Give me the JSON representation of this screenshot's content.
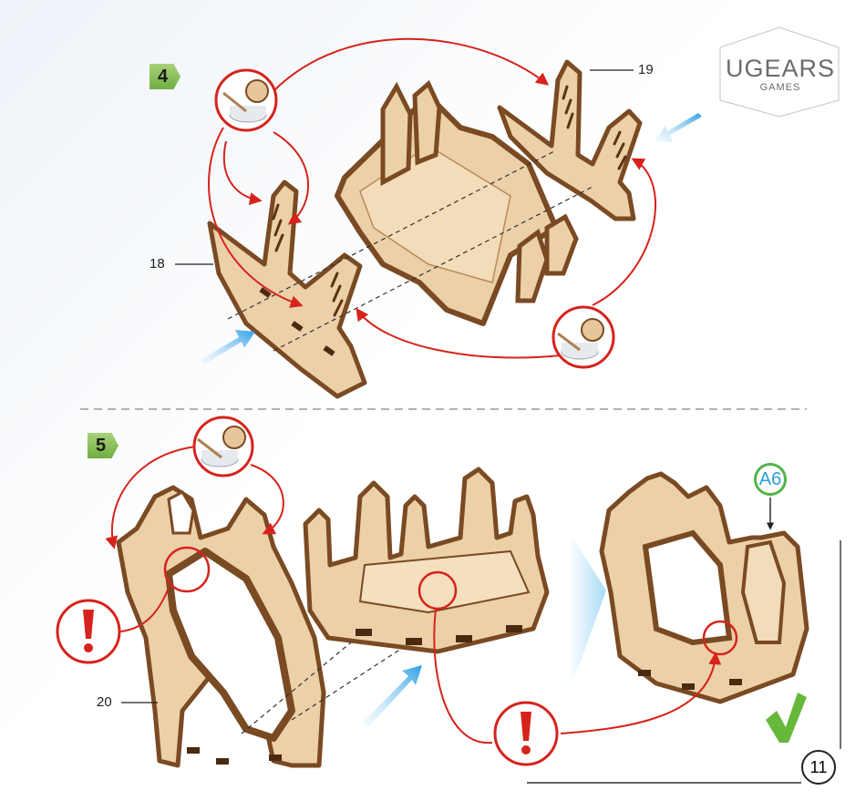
{
  "brand": {
    "name": "UGEARS",
    "sub": "GAMES"
  },
  "steps": [
    {
      "number": "4",
      "parts": [
        "19",
        "18"
      ]
    },
    {
      "number": "5",
      "parts": [
        "20"
      ]
    }
  ],
  "reference_badge": "A6",
  "page_number": "11",
  "colors": {
    "wood_light": "#ecd0a8",
    "wood_dark": "#7a4a23",
    "arrow_red": "#d6231c",
    "arrow_blue": "#3aa7e8",
    "step_green": "#7dba4c",
    "check_green": "#66b83a"
  },
  "icons": [
    "glue-icon",
    "warning-icon",
    "check-icon",
    "direction-arrow-icon"
  ]
}
